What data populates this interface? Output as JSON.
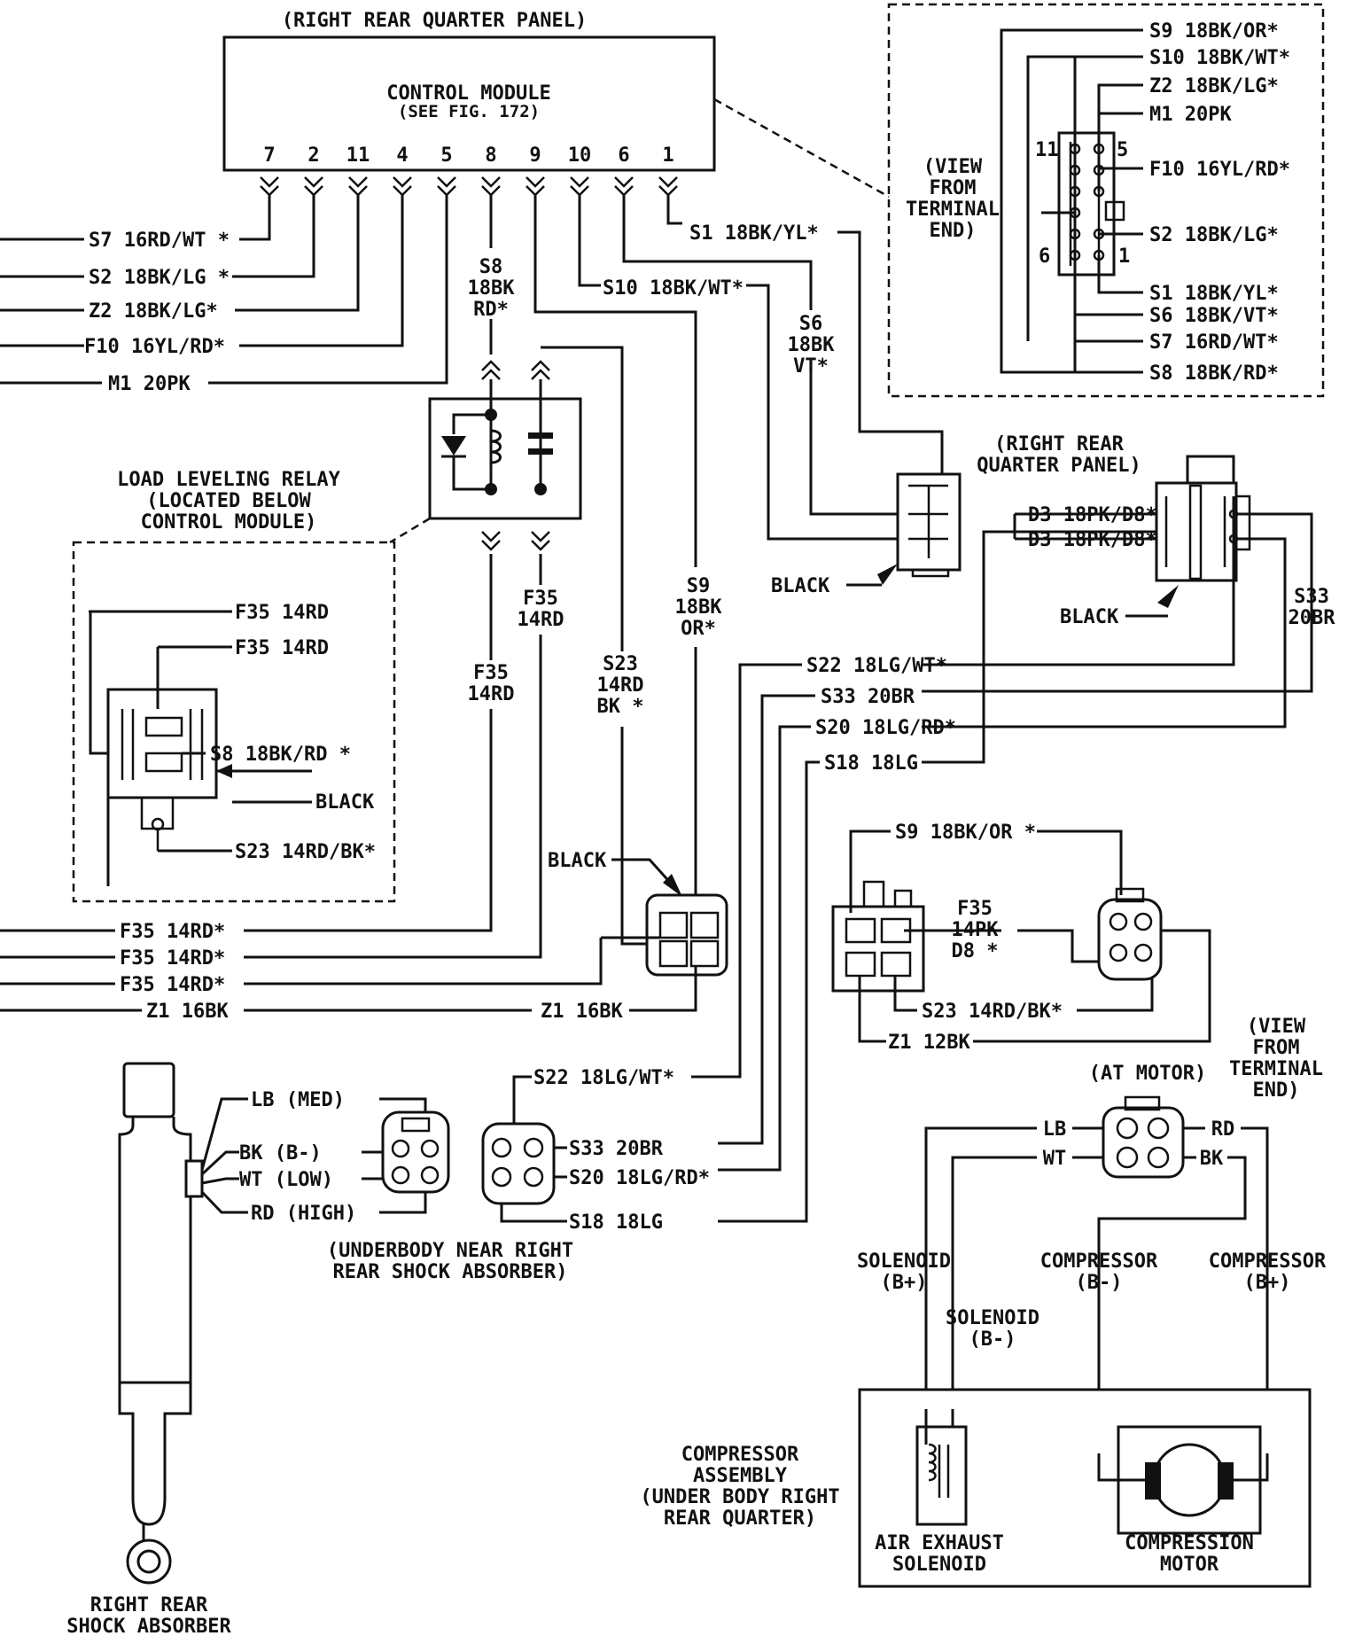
{
  "module": {
    "location": "(RIGHT REAR QUARTER PANEL)",
    "name": "CONTROL MODULE",
    "ref": "(SEE FIG. 172)",
    "pins": [
      "7",
      "2",
      "11",
      "4",
      "5",
      "8",
      "9",
      "10",
      "6",
      "1"
    ]
  },
  "left_wires": [
    "S7 16RD/WT *",
    "S2 18BK/LG *",
    "Z2 18BK/LG*",
    "F10 16YL/RD*",
    "M1 20PK"
  ],
  "mid_wires": {
    "s1": "S1 18BK/YL*",
    "s10": "S10 18BK/WT*",
    "s8": [
      "S8",
      "18BK",
      "RD*"
    ],
    "s6": [
      "S6",
      "18BK",
      "VT*"
    ],
    "s9": [
      "S9",
      "18BK",
      "OR*"
    ],
    "s23": [
      "S23",
      "14RD",
      "BK *"
    ],
    "f35a": [
      "F35",
      "14RD"
    ],
    "f35b": [
      "F35",
      "14RD"
    ]
  },
  "view_box": {
    "title": [
      "(VIEW",
      "FROM",
      "TERMINAL",
      "END)"
    ],
    "pins": [
      "11",
      "5",
      "6",
      "1"
    ],
    "top_labels": [
      "S9 18BK/OR*",
      "S10 18BK/WT*",
      "Z2 18BK/LG*",
      "M1 20PK",
      "F10 16YL/RD*",
      "S2 18BK/LG*"
    ],
    "bottom_labels": [
      "S1 18BK/YL*",
      "S6 18BK/VT*",
      "S7 16RD/WT*",
      "S8 18BK/RD*"
    ]
  },
  "relay": {
    "title": [
      "LOAD LEVELING RELAY",
      "(LOCATED BELOW",
      "CONTROL MODULE)"
    ],
    "labels": [
      "F35 14RD",
      "F35 14RD",
      "S8 18BK/RD *",
      "BLACK",
      "S23 14RD/BK*"
    ]
  },
  "black_labels": [
    "BLACK",
    "BLACK",
    "BLACK"
  ],
  "rrqp": {
    "title": [
      "(RIGHT REAR",
      "QUARTER PANEL)"
    ],
    "d3": [
      "D3 18PK/D8*",
      "D3 18PK/D8*"
    ],
    "s33": [
      "S33",
      "20BR"
    ]
  },
  "right_bus": [
    "S22 18LG/WT*",
    "S33 20BR",
    "S20 18LG/RD*",
    "S18 18LG"
  ],
  "bottom_left_wires": [
    "F35 14RD*",
    "F35 14RD*",
    "F35 14RD*",
    "Z1 16BK"
  ],
  "z1_mid": "Z1 16BK",
  "conn_mid": {
    "s9": "S9 18BK/OR *",
    "f35": [
      "F35",
      "14PK",
      "D8 *"
    ],
    "s23": "S23 14RD/BK*",
    "z1": "Z1 12BK"
  },
  "shock": {
    "labels": [
      "LB (MED)",
      "BK (B-)",
      "WT (LOW)",
      "RD (HIGH)"
    ],
    "under": [
      "(UNDERBODY NEAR RIGHT",
      "REAR SHOCK ABSORBER)"
    ],
    "side": [
      "S22 18LG/WT*",
      "S33 20BR",
      "S20 18LG/RD*",
      "S18 18LG"
    ],
    "name": [
      "RIGHT REAR",
      "SHOCK ABSORBER"
    ]
  },
  "motor": {
    "title": "(AT MOTOR)",
    "view": [
      "(VIEW",
      "FROM",
      "TERMINAL",
      "END)"
    ],
    "pins": [
      "LB",
      "WT",
      "RD",
      "BK"
    ],
    "solenoid_bp": [
      "SOLENOID",
      "(B+)"
    ],
    "solenoid_bm": [
      "SOLENOID",
      "(B-)"
    ],
    "comp_bm": [
      "COMPRESSOR",
      "(B-)"
    ],
    "comp_bp": [
      "COMPRESSOR",
      "(B+)"
    ]
  },
  "compressor": {
    "title": [
      "COMPRESSOR",
      "ASSEMBLY",
      "(UNDER BODY RIGHT",
      "REAR QUARTER)"
    ],
    "solenoid": [
      "AIR EXHAUST",
      "SOLENOID"
    ],
    "motor": [
      "COMPRESSION",
      "MOTOR"
    ]
  }
}
